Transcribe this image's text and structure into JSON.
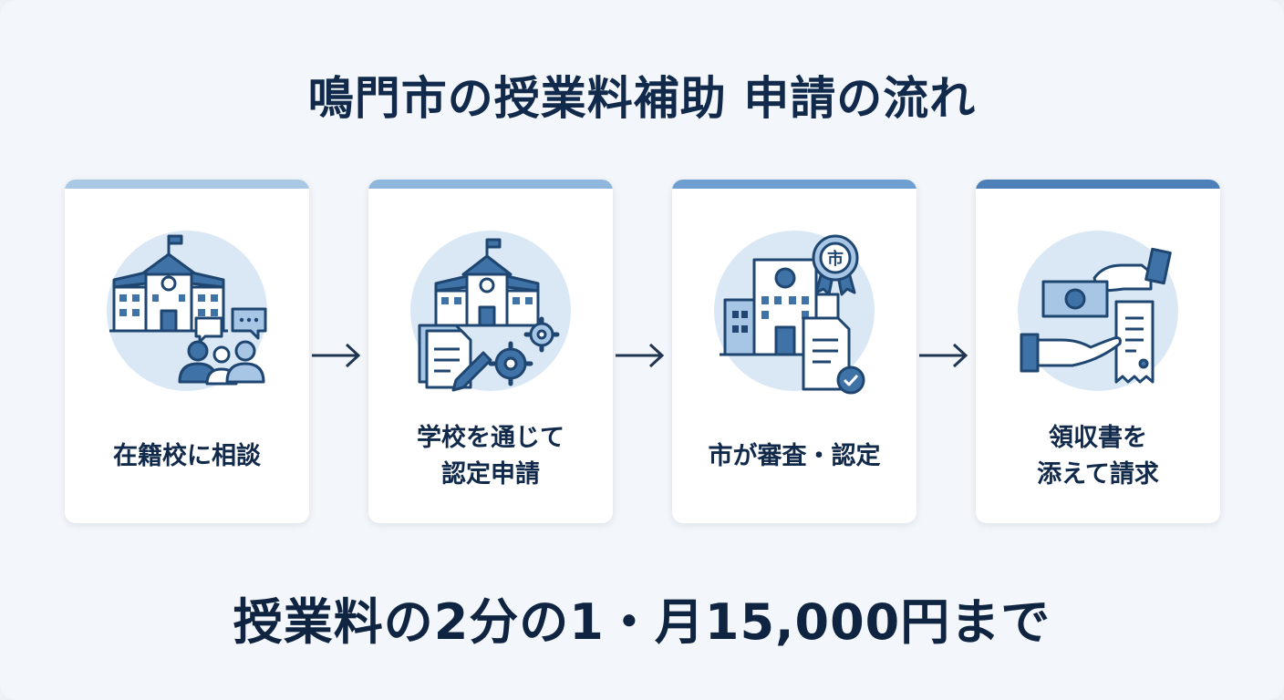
{
  "title": "鳴門市の授業料補助 申請の流れ",
  "steps": [
    {
      "label_lines": [
        "在籍校に相談"
      ],
      "icon": "school-consultation-icon",
      "bar_color": "#a9c8e4"
    },
    {
      "label_lines": [
        "学校を通じて",
        "認定申請"
      ],
      "icon": "school-application-icon",
      "bar_color": "#8fb6dc"
    },
    {
      "label_lines": [
        "市が審査・認定"
      ],
      "icon": "city-review-icon",
      "bar_color": "#6e9fd0"
    },
    {
      "label_lines": [
        "領収書を",
        "添えて請求"
      ],
      "icon": "receipt-payment-icon",
      "bar_color": "#4d7fb8"
    }
  ],
  "seal_text": "市",
  "footer": "授業料の2分の1・月15,000円まで",
  "colors": {
    "navy": "#1f4670",
    "mid_blue": "#3f73a8",
    "light_blue": "#a7c6e6",
    "circle": "#dae8f5"
  }
}
